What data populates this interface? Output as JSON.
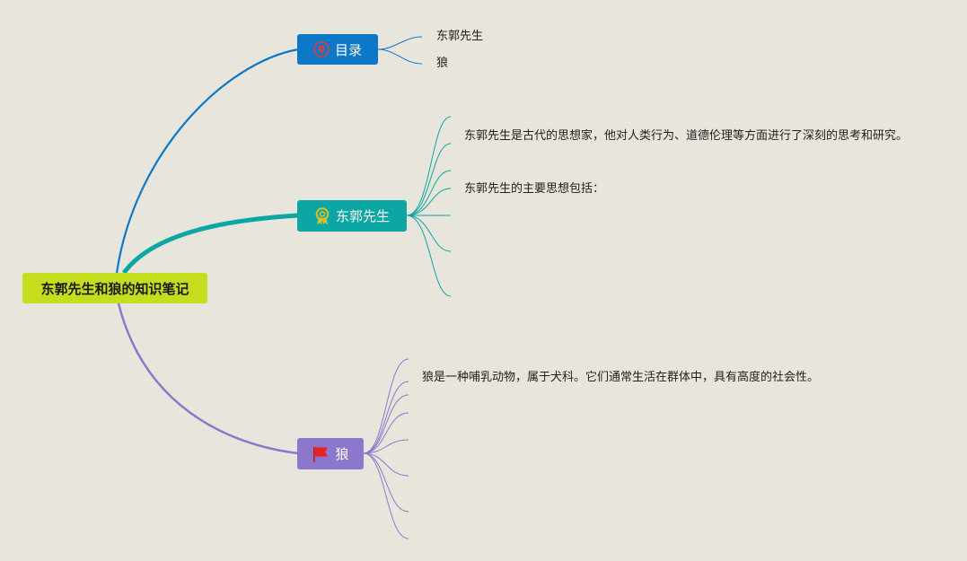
{
  "root": {
    "label": "东郭先生和狼的知识笔记"
  },
  "branches": {
    "mulu": {
      "label": "目录",
      "icon": "map-pin-icon",
      "color": "#0e78c8",
      "children": [
        "东郭先生",
        "狼"
      ]
    },
    "dongguo": {
      "label": "东郭先生",
      "icon": "award-ribbon-icon",
      "color": "#0ca7a5",
      "text1": "东郭先生是古代的思想家，他对人类行为、道德伦理等方面进行了深刻的思考和研究。",
      "text2": "东郭先生的主要思想包括："
    },
    "lang": {
      "label": "狼",
      "icon": "red-flag-icon",
      "color": "#8c77cd",
      "text1": "狼是一种哺乳动物，属于犬科。它们通常生活在群体中，具有高度的社会性。"
    }
  },
  "colors": {
    "background": "#e8e5dc",
    "root": "#c6dc1e"
  }
}
